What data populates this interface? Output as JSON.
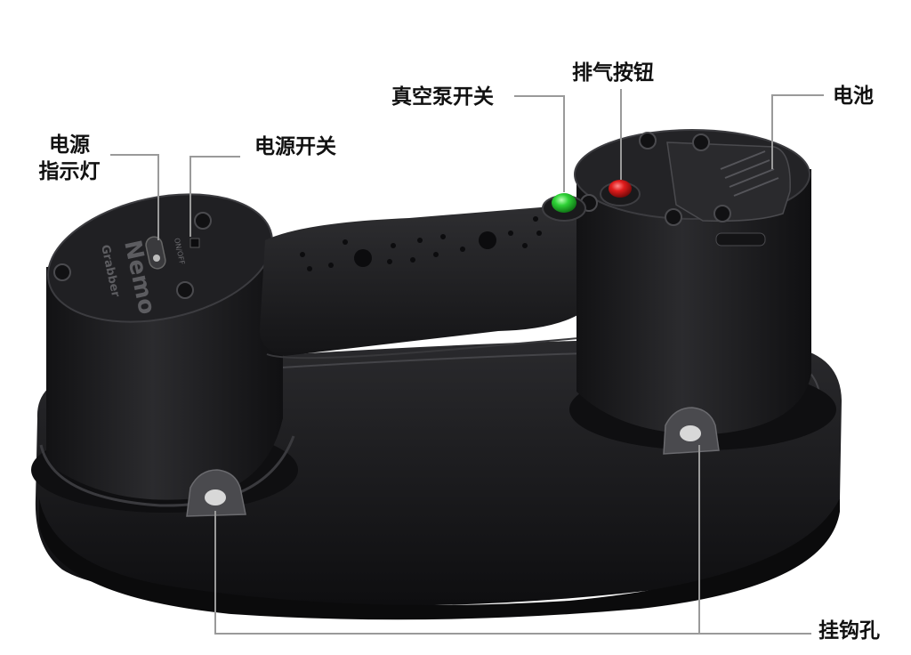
{
  "callouts": {
    "power_indicator_line1": "电源",
    "power_indicator_line2": "指示灯",
    "power_switch": "电源开关",
    "vacuum_pump_switch": "真空泵开关",
    "release_button": "排气按钮",
    "battery": "电池",
    "hook_hole": "挂钩孔"
  },
  "device_text": {
    "brand": "Nemo",
    "model": "Grabber",
    "switch_marking": "ON/OFF"
  },
  "colors": {
    "body": "#1c1c1e",
    "highlight": "#3a3a3d",
    "vacuum_button": "#22c02a",
    "release_button": "#d81818",
    "leader_line": "#9a9a9a"
  }
}
